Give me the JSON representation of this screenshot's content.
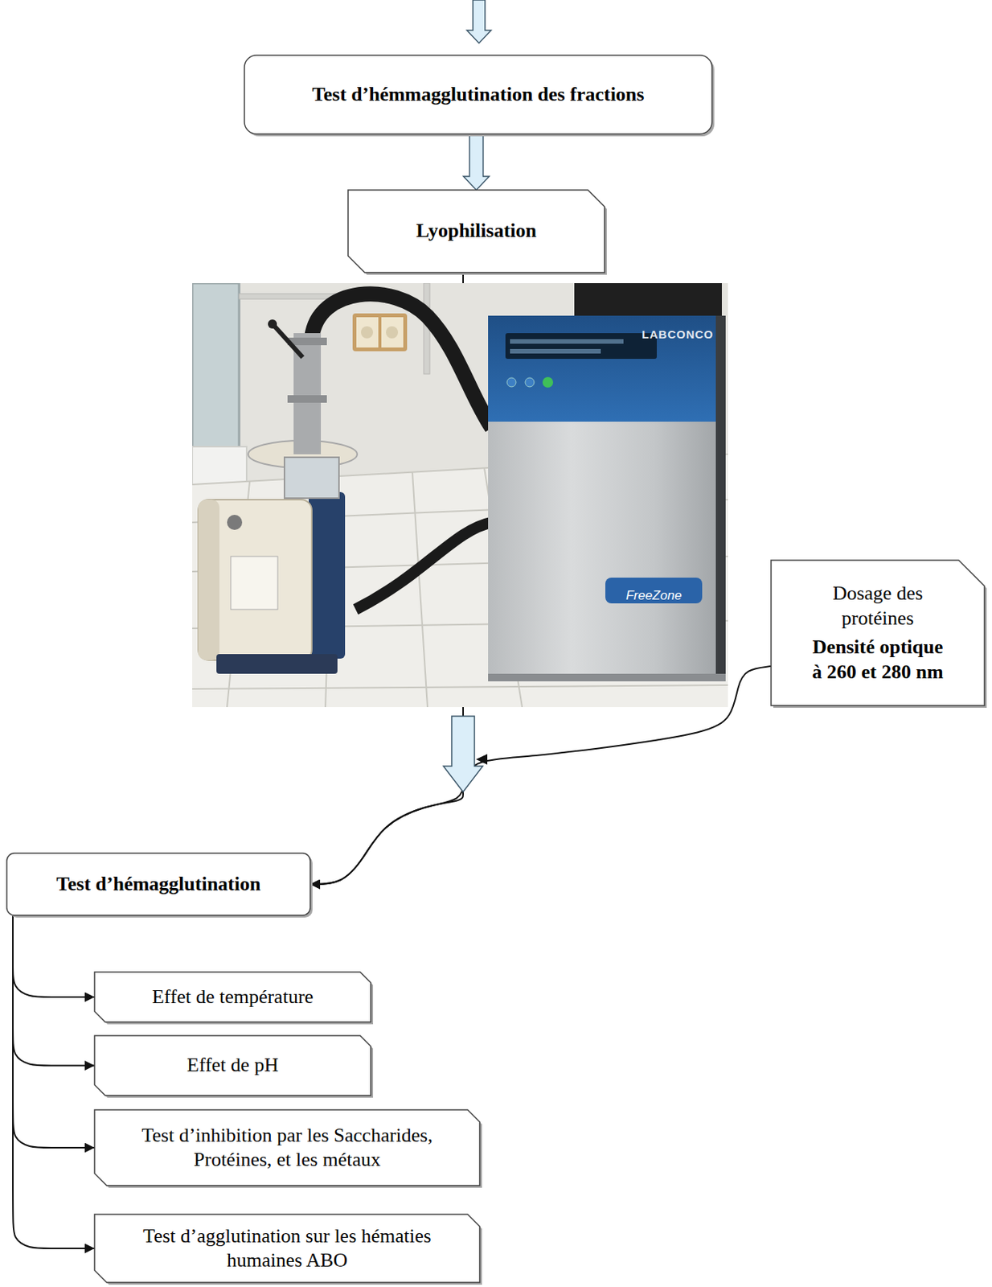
{
  "diagram": {
    "nodes": [
      {
        "text": [
          "Test d’hémmagglutination des fractions"
        ]
      },
      {
        "text": [
          "Lyophilisation"
        ]
      },
      {
        "text": [
          "Dosage des protéines",
          "Densité optique à 260 et 280 nm"
        ]
      },
      {
        "text": [
          "Test d’hémagglutination"
        ]
      },
      {
        "text": [
          "Effet de température"
        ]
      },
      {
        "text": [
          "Effet de pH"
        ]
      },
      {
        "text": [
          "Test d’inhibition par les Saccharides, Protéines, et les métaux"
        ]
      },
      {
        "text": [
          "Test d’agglutination sur les hématies humaines ABO"
        ]
      }
    ],
    "edges": [
      {
        "from": 0,
        "to": 1,
        "arrow": "to"
      },
      {
        "from": 1,
        "to": 3,
        "arrow": "to"
      },
      {
        "from": 2,
        "to": 3,
        "arrow": "to"
      },
      {
        "from": 3,
        "to": 4,
        "arrow": "to"
      },
      {
        "from": 3,
        "to": 5,
        "arrow": "to"
      },
      {
        "from": 3,
        "to": 6,
        "arrow": "to"
      },
      {
        "from": 3,
        "to": 7,
        "arrow": "to"
      }
    ],
    "labels": [
      "LABCONCO",
      "FreeZone"
    ]
  }
}
